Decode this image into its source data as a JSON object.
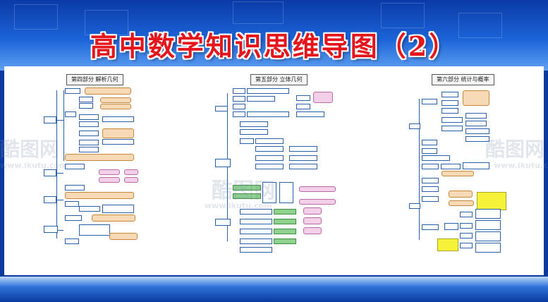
{
  "title": "高中数学知识思维导图（2）",
  "sections": [
    {
      "title": "第四部分  解析几何"
    },
    {
      "title": "第五部分  立体几何"
    },
    {
      "title": "第六部分  统计与概率"
    }
  ],
  "watermark": {
    "brand": "酷图网",
    "url": "www.ikutu.com"
  }
}
